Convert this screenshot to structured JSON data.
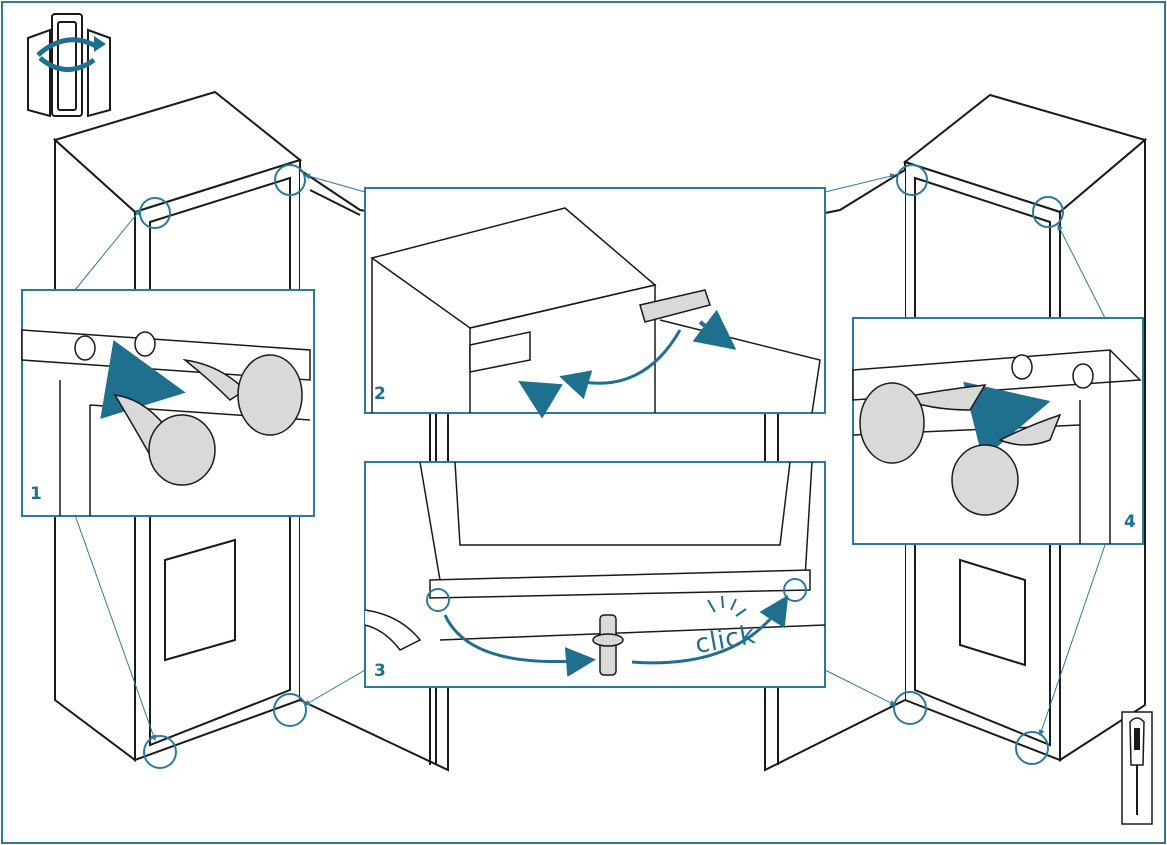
{
  "steps": {
    "step1": "1",
    "step2": "2",
    "step3": "3",
    "step4": "4"
  },
  "annotation": {
    "click": "click"
  },
  "icons": [
    "door-reversal-icon",
    "screwdriver-icon"
  ],
  "colors": {
    "frame": "#2b7a9a",
    "accent": "#1f6f8f",
    "line": "#1a1a1a",
    "panel_fill": "#ffffff",
    "pin_fill": "#d9d9d9"
  }
}
